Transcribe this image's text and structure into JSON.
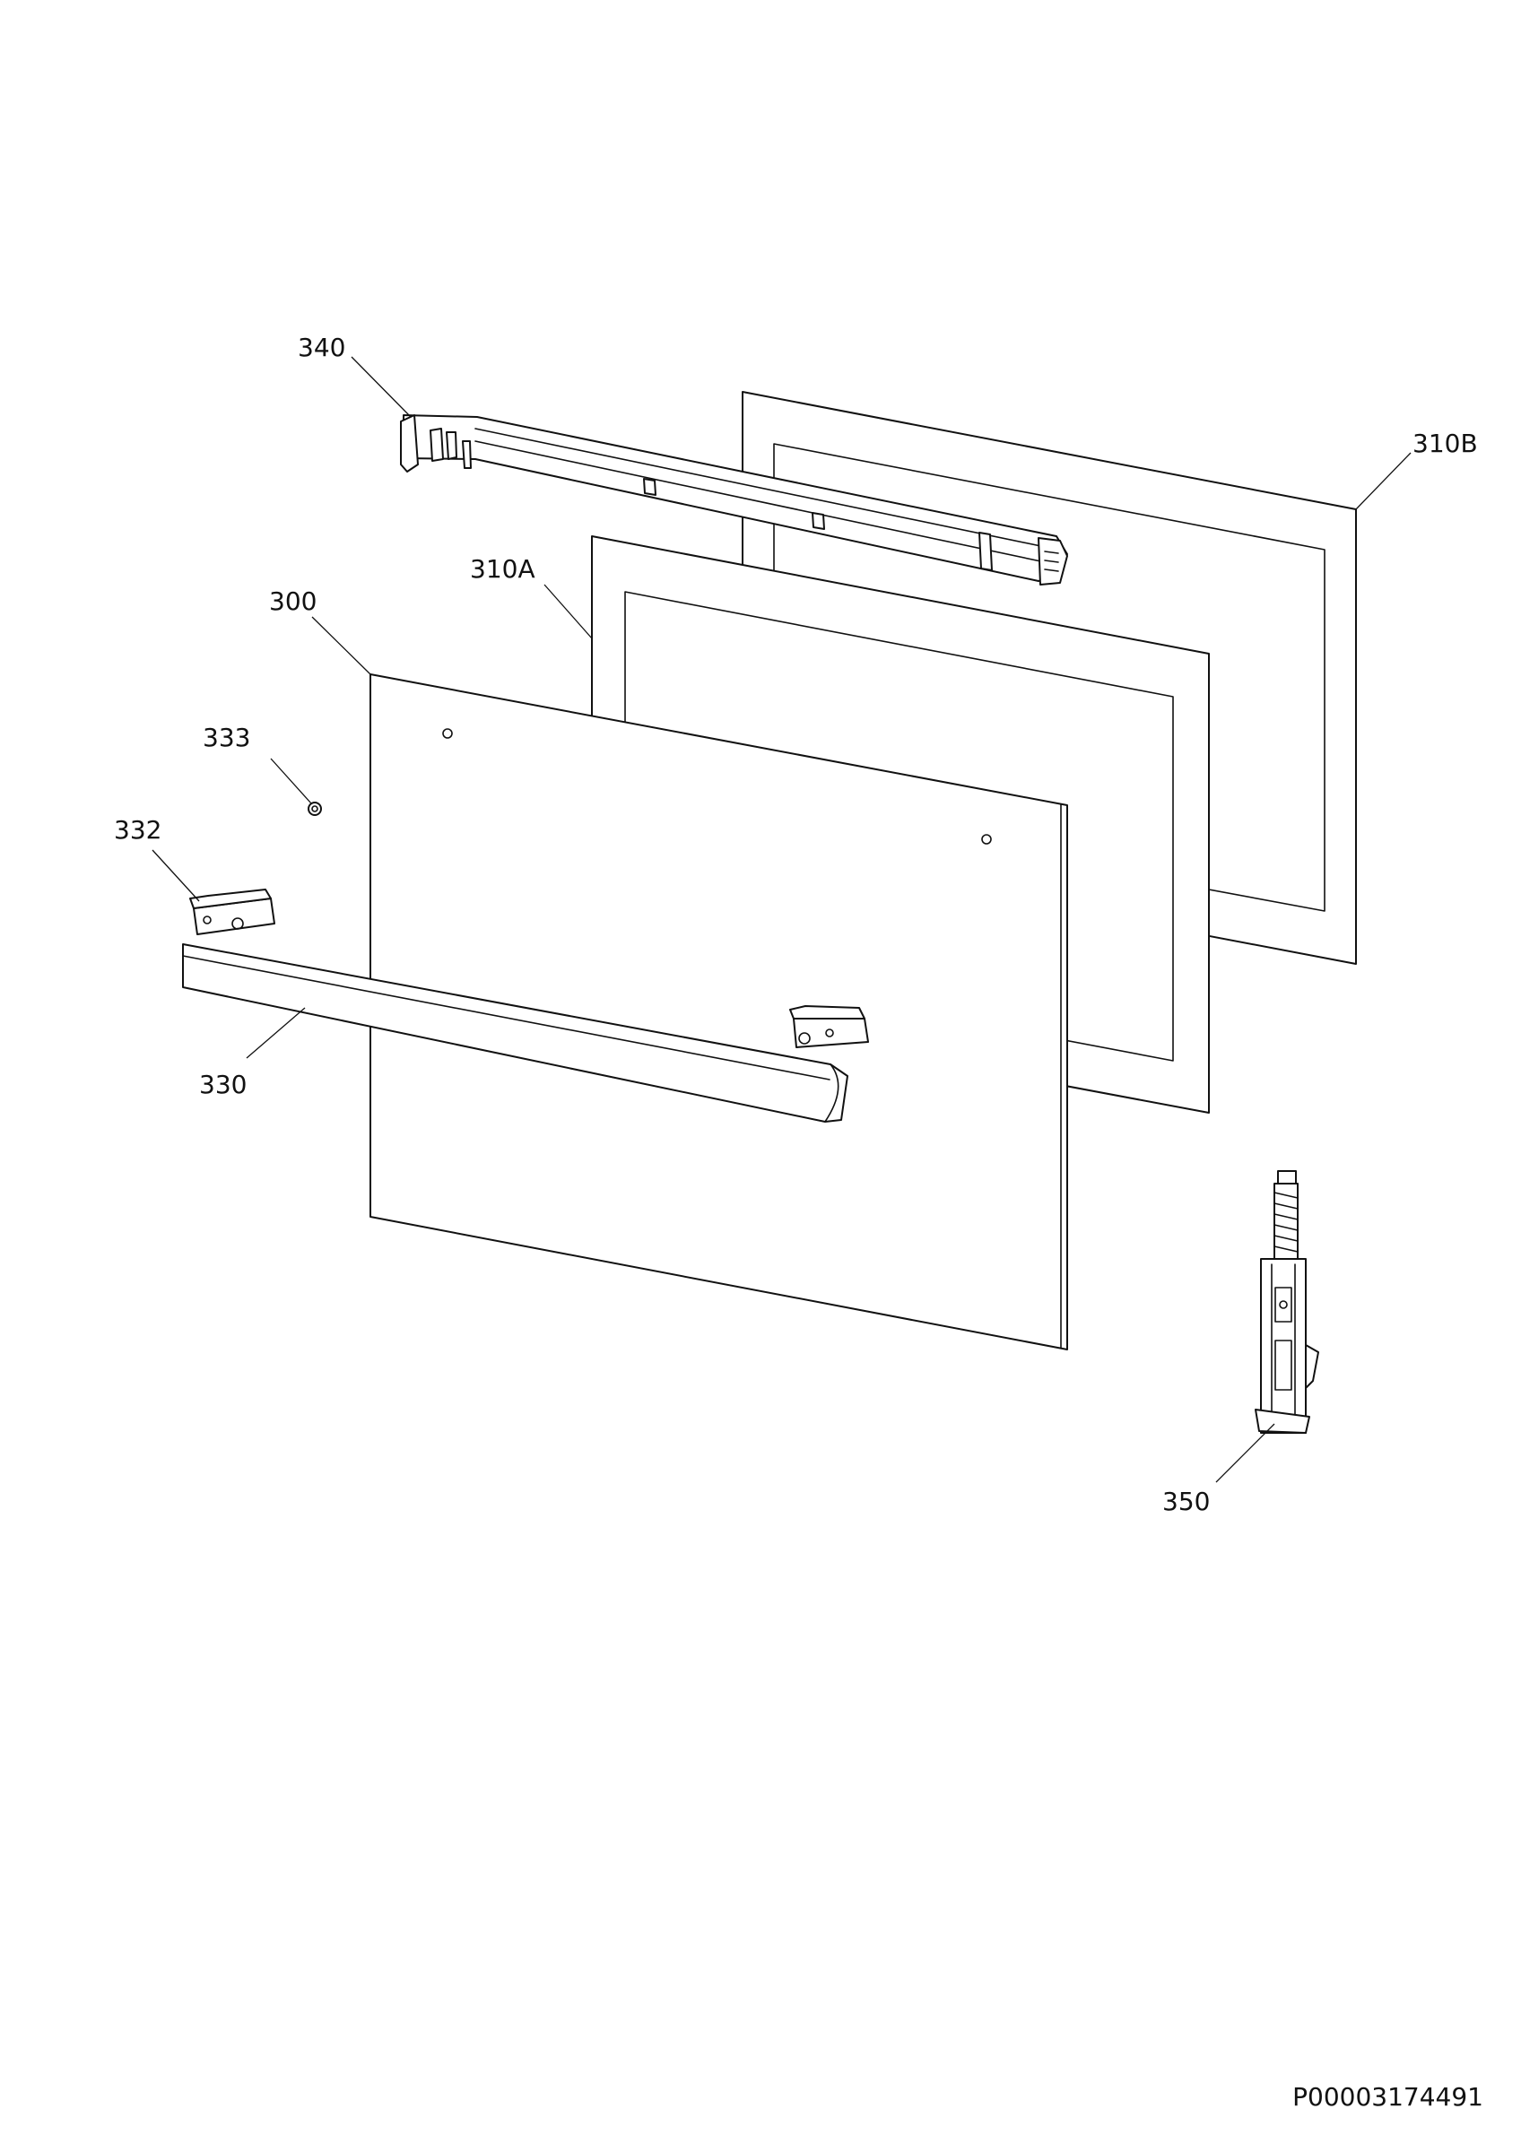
{
  "drawing": {
    "document_code": "P00003174491",
    "callouts": {
      "door_panel": "300",
      "inner_glass_a": "310A",
      "inner_glass_b": "310B",
      "handle": "330",
      "handle_bracket": "332",
      "screw": "333",
      "top_profile": "340",
      "hinge": "350"
    }
  }
}
